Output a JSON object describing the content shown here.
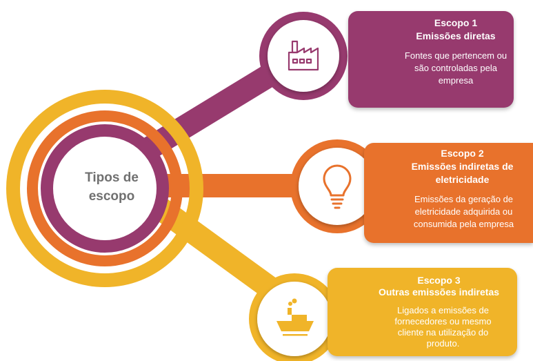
{
  "colors": {
    "purple": "#973a6e",
    "orange": "#e8722c",
    "yellow": "#f0b429",
    "gray_text": "#707070"
  },
  "center": {
    "line1": "Tipos de",
    "line2": "escopo"
  },
  "scopes": [
    {
      "title1": "Escopo 1",
      "title2": "Emissões diretas",
      "desc": [
        "Fontes que pertencem ou",
        "são controladas pela",
        "empresa"
      ],
      "icon": "factory-icon"
    },
    {
      "title1": "Escopo 2",
      "title2": "Emissões indiretas de",
      "title3": "eletricidade",
      "desc": [
        "Emissões da geração de",
        "eletricidade adquirida ou",
        "consumida pela empresa"
      ],
      "icon": "lightbulb-icon"
    },
    {
      "title1": "Escopo 3",
      "title2": "Outras emissões indiretas",
      "desc": [
        "Ligados a emissões de",
        "fornecedores ou mesmo",
        "cliente na utilização do",
        "produto."
      ],
      "icon": "ship-icon"
    }
  ]
}
